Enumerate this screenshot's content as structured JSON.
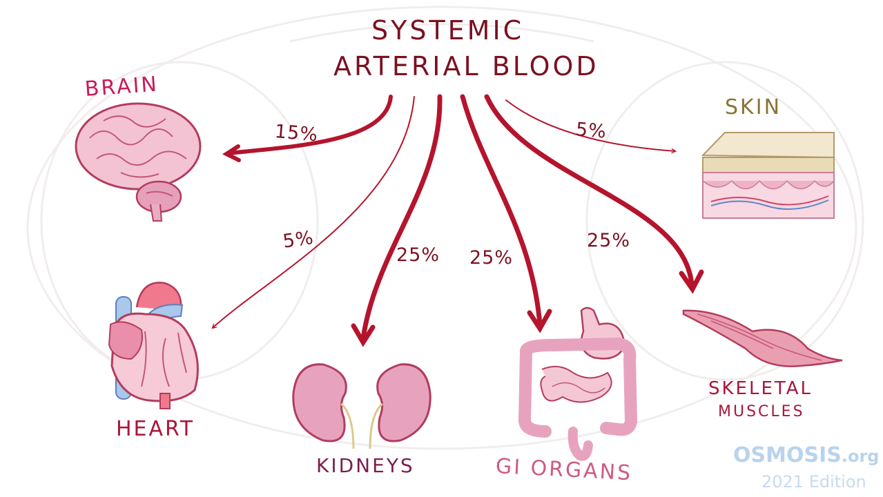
{
  "title_line1": "SYSTEMIC",
  "title_line2": "ARTERIAL BLOOD",
  "organs": {
    "brain": "BRAIN",
    "skin": "SKIN",
    "heart": "HEART",
    "kidneys": "KIDNEYS",
    "gi": "GI ORGANS",
    "muscle_line1": "SKELETAL",
    "muscle_line2": "MUSCLES"
  },
  "flows": {
    "brain": "15%",
    "skin": "5%",
    "heart": "5%",
    "kidneys": "25%",
    "gi": "25%",
    "muscle": "25%"
  },
  "brand": {
    "name": "OSMOSIS",
    "suffix": ".org",
    "edition": "2021 Edition"
  },
  "colors": {
    "arrow": "#b5142d",
    "title": "#7a1121",
    "organ_label": "#a8163a",
    "skin_label": "#8a7335",
    "brand": "#b9d3ec"
  }
}
